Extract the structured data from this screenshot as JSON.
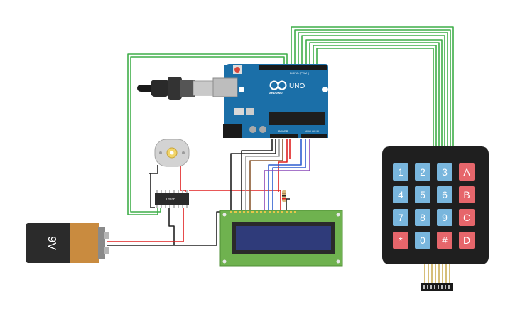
{
  "arduino": {
    "brand": "ARDUINO",
    "model": "UNO",
    "digital_label": "DIGITAL (PWM~)",
    "power_label": "POWER",
    "analog_label": "ANALOG IN",
    "board_color": "#1b6fa8"
  },
  "battery": {
    "label": "9V",
    "cap_color": "#c98b3f",
    "body_color": "#2b2b2b"
  },
  "motor_driver": {
    "label": "L293D"
  },
  "keypad": {
    "keys": [
      [
        "1",
        "2",
        "3",
        "A"
      ],
      [
        "4",
        "5",
        "6",
        "B"
      ],
      [
        "7",
        "8",
        "9",
        "C"
      ],
      [
        "*",
        "0",
        "#",
        "D"
      ]
    ],
    "digit_key_color": "#79b6dd",
    "letter_key_color": "#e6666b"
  },
  "lcd": {
    "screen_color": "#2f3b7a",
    "pcb_color": "#6fb24f"
  },
  "wire_colors": {
    "green": "#3fae49",
    "red": "#e02020",
    "black": "#222222",
    "brown": "#8a5a32",
    "blue": "#2f5fd0",
    "purple": "#8a48b8",
    "grey": "#9a9a9a"
  }
}
